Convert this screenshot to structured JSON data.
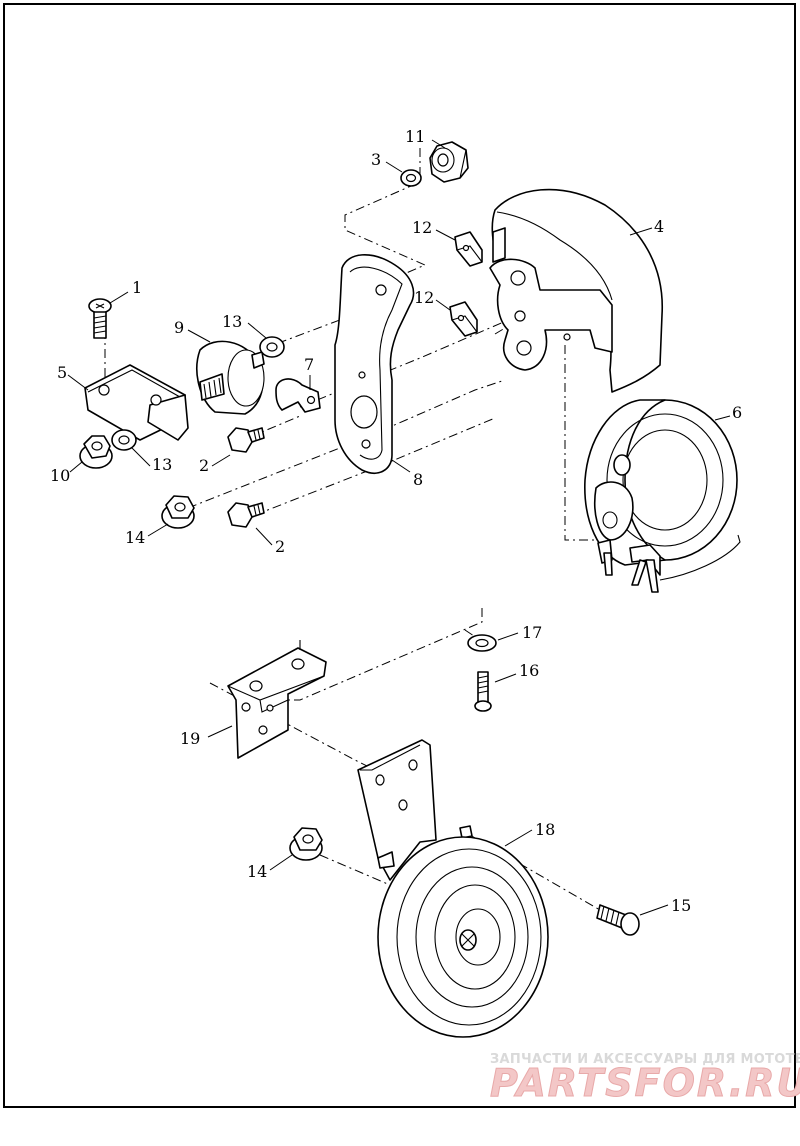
{
  "callouts": {
    "c1": "1",
    "c2a": "2",
    "c2b": "2",
    "c3": "3",
    "c4": "4",
    "c5": "5",
    "c6": "6",
    "c7": "7",
    "c8": "8",
    "c9": "9",
    "c10": "10",
    "c11": "11",
    "c12a": "12",
    "c12b": "12",
    "c13a": "13",
    "c13b": "13",
    "c14a": "14",
    "c14b": "14",
    "c15": "15",
    "c16": "16",
    "c17": "17",
    "c18": "18",
    "c19": "19"
  },
  "watermark": {
    "tagline": "ЗАПЧАСТИ И АКСЕССУАРЫ ДЛЯ МОТОТЕХНИКИ",
    "logo": "PARTSFOR.RU",
    "color": "#e8a9a9"
  }
}
